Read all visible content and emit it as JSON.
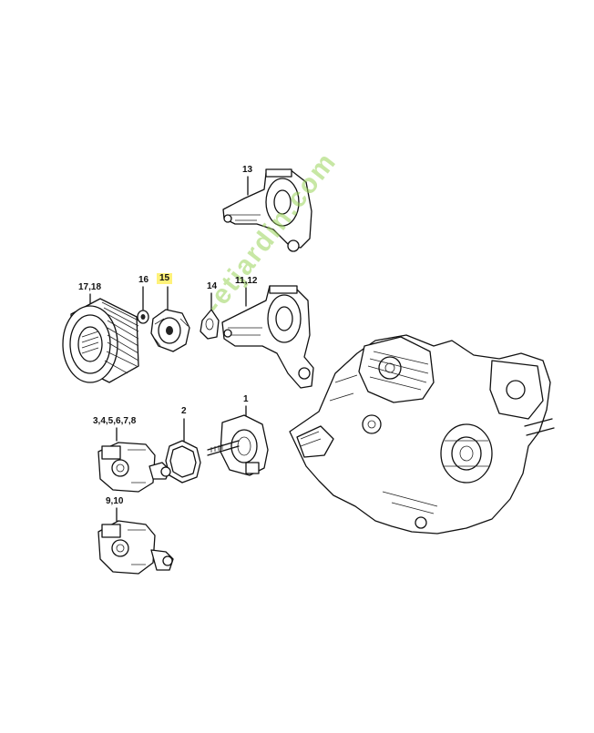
{
  "callouts": {
    "c13": "13",
    "c17_18": "17,18",
    "c16": "16",
    "c15": "15",
    "c14": "14",
    "c11_12": "11,12",
    "c2": "2",
    "c1": "1",
    "c3_8": "3,4,5,6,7,8",
    "c9_10": "9,10"
  },
  "highlight_color": "#fff27a",
  "watermark": {
    "text": "-etjardin.com",
    "color": "#9bd45a"
  }
}
